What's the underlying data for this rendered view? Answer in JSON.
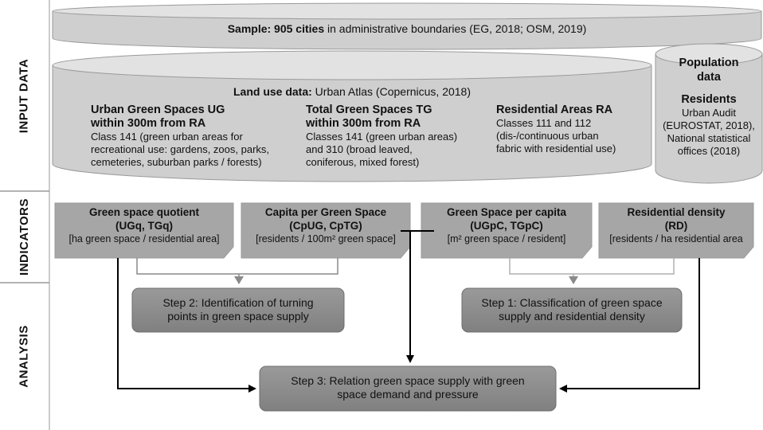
{
  "sections": {
    "input": "INPUT DATA",
    "indicators": "INDICATORS",
    "analysis": "ANALYSIS"
  },
  "sample": {
    "bold": "Sample: 905 cities",
    "rest": " in administrative boundaries (EG, 2018; OSM, 2019)"
  },
  "landuse": {
    "bold": "Land use data:",
    "rest": " Urban Atlas (Copernicus, 2018)",
    "ug": {
      "title1": "Urban Green Spaces UG",
      "title2": "within 300m from RA",
      "desc1": "Class 141 (green urban areas for",
      "desc2": "recreational use: gardens, zoos, parks,",
      "desc3": "cemeteries, suburban parks / forests)"
    },
    "tg": {
      "title1": "Total Green Spaces TG",
      "title2": "within 300m from RA",
      "desc1": "Classes 141 (green urban areas)",
      "desc2": "and 310 (broad leaved,",
      "desc3": "coniferous, mixed forest)"
    },
    "ra": {
      "title1": "Residential Areas RA",
      "desc1": "Classes 111 and 112",
      "desc2": "(dis-/continuous urban",
      "desc3": "fabric with residential use)"
    }
  },
  "population": {
    "title1": "Population",
    "title2": "data",
    "sub": "Residents",
    "desc1": "Urban Audit",
    "desc2": "(EUROSTAT, 2018),",
    "desc3": "National  statistical",
    "desc4": "offices (2018)"
  },
  "indicators": [
    {
      "title": "Green space quotient",
      "abbr": "(UGq, TGq)",
      "unit": "[ha green space / residential area]"
    },
    {
      "title": "Capita per Green Space",
      "abbr": "(CpUG, CpTG)",
      "unit": "[residents / 100m² green space]"
    },
    {
      "title": "Green Space per capita",
      "abbr": "(UGpC, TGpC)",
      "unit": "[m² green space / resident]"
    },
    {
      "title": "Residential density",
      "abbr": "(RD)",
      "unit": "[residents / ha residential area"
    }
  ],
  "steps": {
    "step2_line1": "Step 2: Identification of turning",
    "step2_line2": "points in green space supply",
    "step1_line1": "Step 1: Classification of green space",
    "step1_line2": "supply and residential density",
    "step3_line1": "Step 3: Relation green space supply with green",
    "step3_line2": "space demand and pressure"
  },
  "colors": {
    "cylinder": "#cfcfcf",
    "cylinder_top": "#e2e2e2",
    "indicator_box": "#a6a6a6",
    "step_box": "#8c8c8c",
    "arrow": "#000000",
    "arrow_light": "#8a8a8a"
  }
}
